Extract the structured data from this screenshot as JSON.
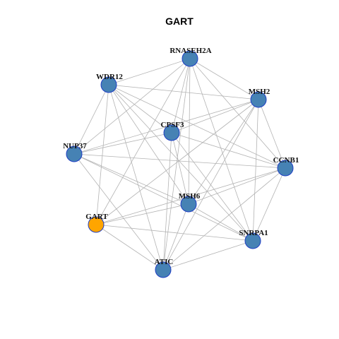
{
  "title": "GART",
  "colors": {
    "node_default": "#4682B4",
    "node_highlight": "#FFA500",
    "node_border": "#1f3fc4",
    "edge": "#b3b3b3"
  },
  "nodes": [
    {
      "id": "RNASEH2A",
      "label": "RNASEH2A",
      "highlight": false
    },
    {
      "id": "WDR12",
      "label": "WDR12",
      "highlight": false
    },
    {
      "id": "MSH2",
      "label": "MSH2",
      "highlight": false
    },
    {
      "id": "CPSF3",
      "label": "CPSF3",
      "highlight": false
    },
    {
      "id": "NUP37",
      "label": "NUP37",
      "highlight": false
    },
    {
      "id": "CCNB1",
      "label": "CCNB1",
      "highlight": false
    },
    {
      "id": "MSH6",
      "label": "MSH6",
      "highlight": false
    },
    {
      "id": "GART",
      "label": "GART",
      "highlight": true
    },
    {
      "id": "SNRPA1",
      "label": "SNRPA1",
      "highlight": false
    },
    {
      "id": "ATIC",
      "label": "ATIC",
      "highlight": false
    }
  ],
  "edges": [
    [
      "RNASEH2A",
      "WDR12"
    ],
    [
      "RNASEH2A",
      "MSH2"
    ],
    [
      "RNASEH2A",
      "CPSF3"
    ],
    [
      "RNASEH2A",
      "NUP37"
    ],
    [
      "RNASEH2A",
      "CCNB1"
    ],
    [
      "RNASEH2A",
      "MSH6"
    ],
    [
      "RNASEH2A",
      "GART"
    ],
    [
      "RNASEH2A",
      "SNRPA1"
    ],
    [
      "RNASEH2A",
      "ATIC"
    ],
    [
      "WDR12",
      "MSH2"
    ],
    [
      "WDR12",
      "CPSF3"
    ],
    [
      "WDR12",
      "NUP37"
    ],
    [
      "WDR12",
      "CCNB1"
    ],
    [
      "WDR12",
      "MSH6"
    ],
    [
      "WDR12",
      "GART"
    ],
    [
      "WDR12",
      "SNRPA1"
    ],
    [
      "WDR12",
      "ATIC"
    ],
    [
      "MSH2",
      "CPSF3"
    ],
    [
      "MSH2",
      "NUP37"
    ],
    [
      "MSH2",
      "CCNB1"
    ],
    [
      "MSH2",
      "MSH6"
    ],
    [
      "MSH2",
      "GART"
    ],
    [
      "MSH2",
      "SNRPA1"
    ],
    [
      "MSH2",
      "ATIC"
    ],
    [
      "CPSF3",
      "NUP37"
    ],
    [
      "CPSF3",
      "CCNB1"
    ],
    [
      "CPSF3",
      "MSH6"
    ],
    [
      "CPSF3",
      "SNRPA1"
    ],
    [
      "CPSF3",
      "ATIC"
    ],
    [
      "NUP37",
      "CCNB1"
    ],
    [
      "NUP37",
      "MSH6"
    ],
    [
      "NUP37",
      "SNRPA1"
    ],
    [
      "NUP37",
      "ATIC"
    ],
    [
      "CCNB1",
      "MSH6"
    ],
    [
      "CCNB1",
      "GART"
    ],
    [
      "CCNB1",
      "SNRPA1"
    ],
    [
      "CCNB1",
      "ATIC"
    ],
    [
      "MSH6",
      "GART"
    ],
    [
      "MSH6",
      "SNRPA1"
    ],
    [
      "MSH6",
      "ATIC"
    ],
    [
      "GART",
      "SNRPA1"
    ],
    [
      "GART",
      "ATIC"
    ],
    [
      "SNRPA1",
      "ATIC"
    ]
  ]
}
